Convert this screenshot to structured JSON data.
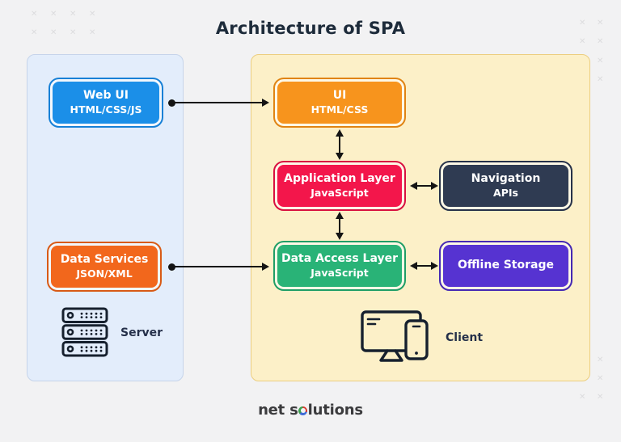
{
  "title": "Architecture of SPA",
  "decoration": {
    "x_glyph": "✕"
  },
  "server_panel": {
    "label": "Server",
    "nodes": [
      {
        "title": "Web UI",
        "subtitle": "HTML/CSS/JS",
        "fill": "#1B8FE8",
        "border": "#1780D6"
      },
      {
        "title": "Data Services",
        "subtitle": "JSON/XML",
        "fill": "#F2671C",
        "border": "#D85A16"
      }
    ]
  },
  "client_panel": {
    "label": "Client",
    "nodes": [
      {
        "title": "UI",
        "subtitle": "HTML/CSS",
        "fill": "#F7941D",
        "border": "#E08413"
      },
      {
        "title": "Application Layer",
        "subtitle": "JavaScript",
        "fill": "#F3164B",
        "border": "#D81040"
      },
      {
        "title": "Navigation",
        "subtitle": "APIs",
        "fill": "#2F3B52",
        "border": "#27324A"
      },
      {
        "title": "Data Access Layer",
        "subtitle": "JavaScript",
        "fill": "#29B377",
        "border": "#1F9E66"
      },
      {
        "title": "Offline Storage",
        "subtitle": "",
        "fill": "#5633D1",
        "border": "#4528B3"
      }
    ]
  },
  "footer": {
    "brand_prefix": "net s",
    "brand_suffix": "lutions"
  },
  "colors": {
    "background": "#F2F2F3",
    "title_text": "#1D2B3A",
    "server_panel_bg": "#E3EDFB",
    "server_panel_border": "#C6D4EA",
    "client_panel_bg": "#FCF0C8",
    "client_panel_border": "#ECCE7F",
    "arrow": "#141414",
    "icon_stroke": "#16202E"
  }
}
